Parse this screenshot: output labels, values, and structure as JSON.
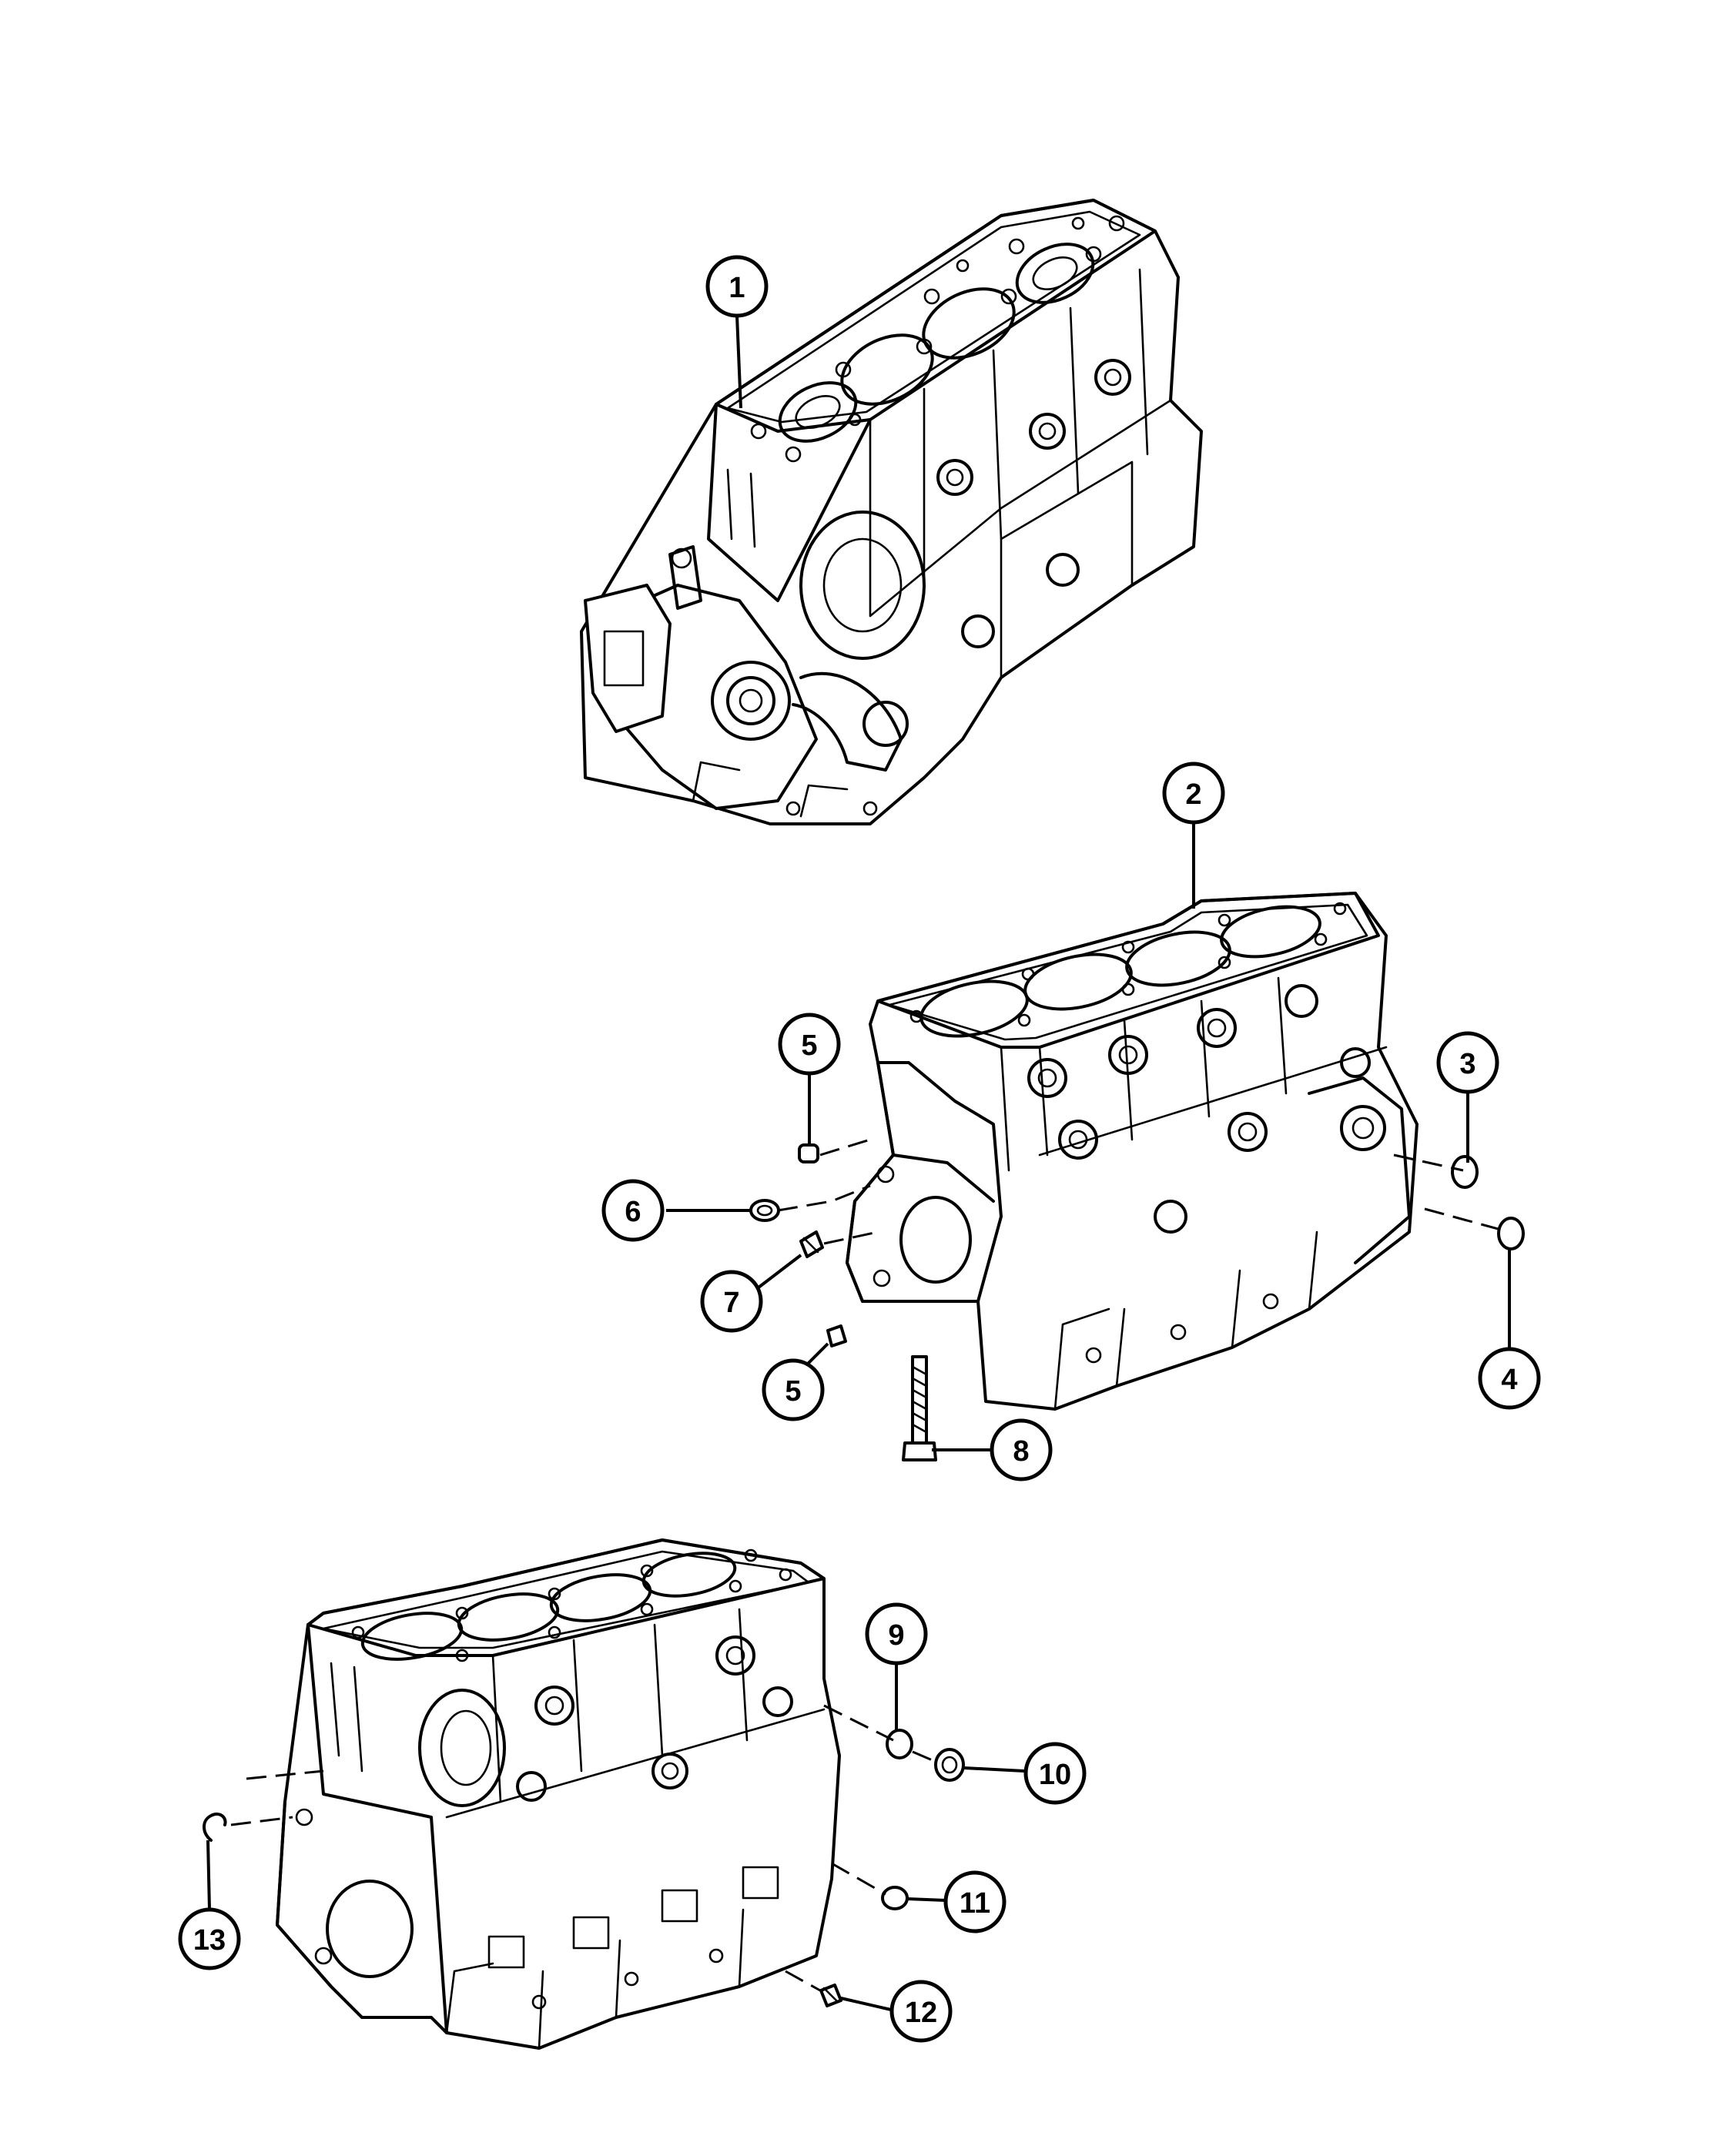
{
  "diagram": {
    "callouts": [
      {
        "id": "c1",
        "label": "1"
      },
      {
        "id": "c2",
        "label": "2"
      },
      {
        "id": "c3",
        "label": "3"
      },
      {
        "id": "c4",
        "label": "4"
      },
      {
        "id": "c5a",
        "label": "5"
      },
      {
        "id": "c5b",
        "label": "5"
      },
      {
        "id": "c6",
        "label": "6"
      },
      {
        "id": "c7",
        "label": "7"
      },
      {
        "id": "c8",
        "label": "8"
      },
      {
        "id": "c9",
        "label": "9"
      },
      {
        "id": "c10",
        "label": "10"
      },
      {
        "id": "c11",
        "label": "11"
      },
      {
        "id": "c12",
        "label": "12"
      },
      {
        "id": "c13",
        "label": "13"
      }
    ]
  }
}
